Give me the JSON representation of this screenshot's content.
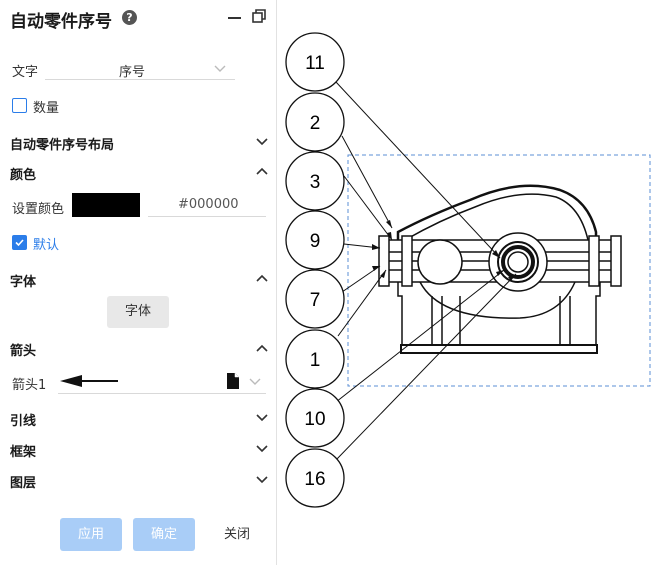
{
  "panel": {
    "title": "自动零件序号",
    "help_icon": "?",
    "text_row": {
      "label": "文字",
      "value": "序号"
    },
    "quantity": {
      "label": "数量",
      "checked": false
    },
    "layout_section": "自动零件序号布局",
    "color_section": "颜色",
    "set_color_label": "设置颜色",
    "color_value": "#000000",
    "default_label": "默认",
    "default_checked": true,
    "font_section": "字体",
    "font_button": "字体",
    "arrow_section": "箭头",
    "arrow_label": "箭头1",
    "leader_section": "引线",
    "frame_section": "框架",
    "layer_section": "图层",
    "apply_button": "应用",
    "ok_button": "确定",
    "close_button": "关闭"
  },
  "drawing": {
    "balloons": [
      "11",
      "2",
      "3",
      "9",
      "7",
      "1",
      "10",
      "16"
    ]
  },
  "colors": {
    "accent": "#2b7de9",
    "button_disabled": "#a9cdf7",
    "swatch": "#000000"
  }
}
